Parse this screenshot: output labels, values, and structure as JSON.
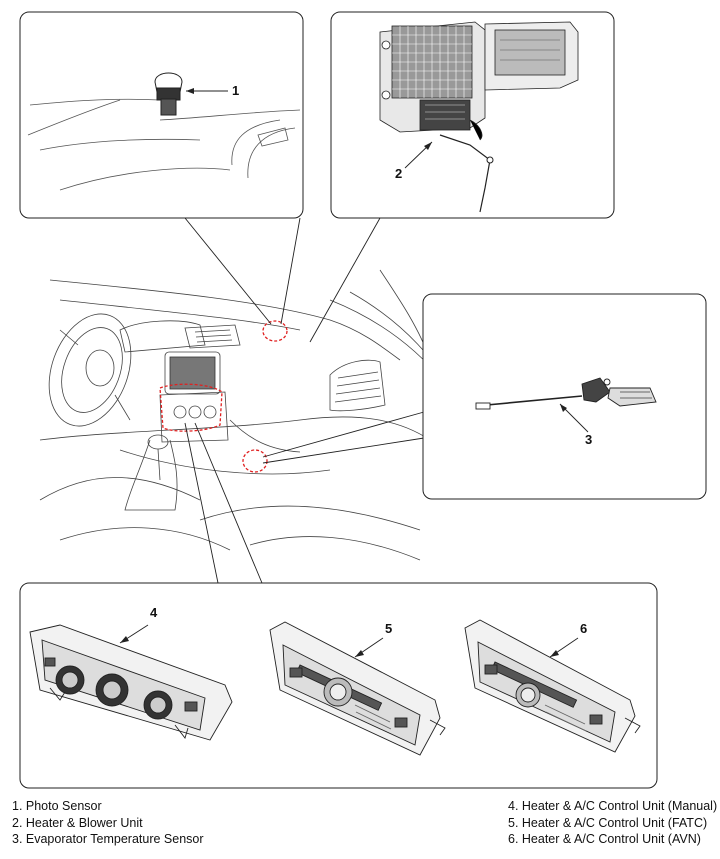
{
  "callouts": {
    "c1": "1",
    "c2": "2",
    "c3": "3",
    "c4": "4",
    "c5": "5",
    "c6": "6"
  },
  "legend": {
    "left": [
      "1. Photo Sensor",
      "2. Heater & Blower Unit",
      "3. Evaporator Temperature Sensor"
    ],
    "right": [
      "4. Heater & A/C Control Unit (Manual)",
      "5. Heater & A/C Control Unit (FATC)",
      "6. Heater & A/C Control Unit (AVN)"
    ]
  }
}
